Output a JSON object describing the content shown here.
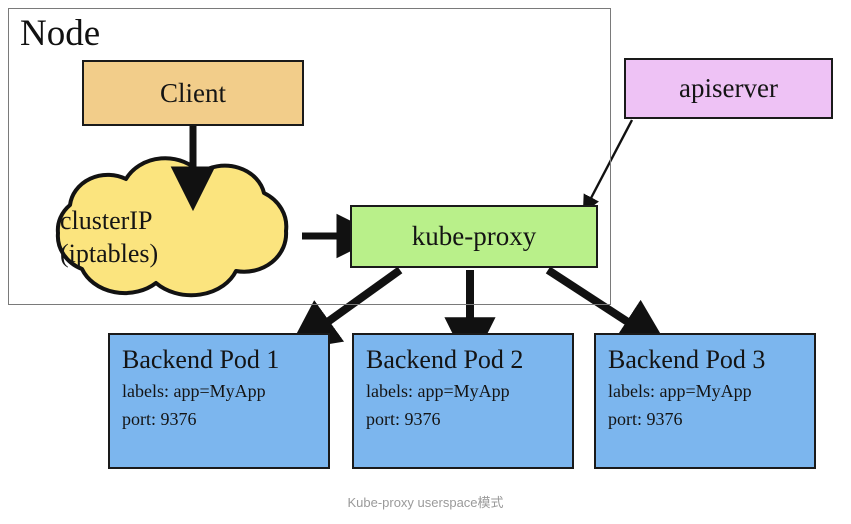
{
  "diagram": {
    "caption": "Kube-proxy userspace模式",
    "node": {
      "label": "Node"
    },
    "nodes": {
      "client": {
        "label": "Client"
      },
      "apiserver": {
        "label": "apiserver"
      },
      "kube_proxy": {
        "label": "kube-proxy"
      },
      "cluster_ip": {
        "line1": "clusterIP",
        "line2": "(iptables)"
      }
    },
    "pods": [
      {
        "title": "Backend Pod 1",
        "labels": "labels: app=MyApp",
        "port": "port: 9376"
      },
      {
        "title": "Backend Pod 2",
        "labels": "labels: app=MyApp",
        "port": "port: 9376"
      },
      {
        "title": "Backend Pod 3",
        "labels": "labels: app=MyApp",
        "port": "port: 9376"
      }
    ],
    "edges": [
      {
        "from": "client",
        "to": "cluster_ip"
      },
      {
        "from": "cluster_ip",
        "to": "kube_proxy"
      },
      {
        "from": "apiserver",
        "to": "kube_proxy"
      },
      {
        "from": "kube_proxy",
        "to": "pod-1"
      },
      {
        "from": "kube_proxy",
        "to": "pod-2"
      },
      {
        "from": "kube_proxy",
        "to": "pod-3"
      }
    ],
    "colors": {
      "client": "#f2cd8a",
      "apiserver": "#eec2f5",
      "kube_proxy": "#b9f08a",
      "pod": "#7cb6ee",
      "cluster_ip": "#fbe47e",
      "stroke": "#1a1a1a",
      "node_border": "#7a7a7a",
      "caption": "#9a9a9a"
    }
  }
}
